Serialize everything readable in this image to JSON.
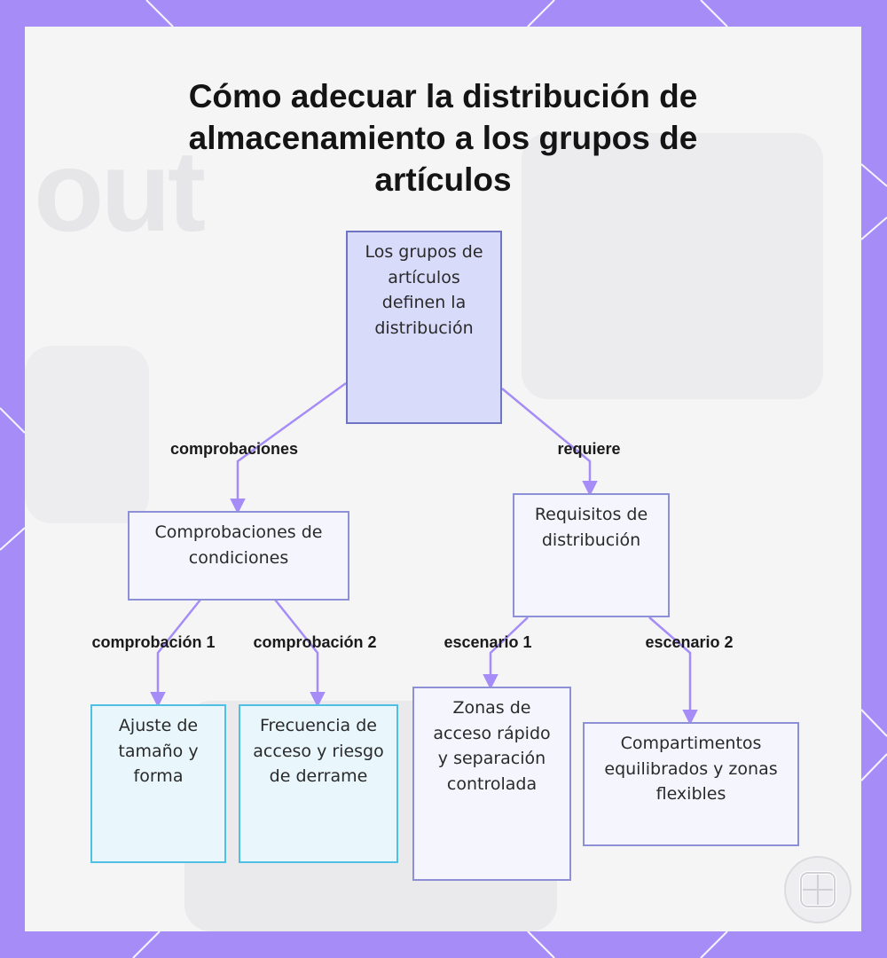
{
  "title": "Cómo adecuar la distribución de almacenamiento a los grupos de artículos",
  "background_text": "out",
  "colors": {
    "frame": "#a58cf7",
    "connector": "#a58cf7",
    "root_fill": "#d9dbfb",
    "leaf_cyan_border": "#4fbfe3"
  },
  "nodes": {
    "root": "Los grupos de artículos definen la distribución",
    "checks": "Comprobaciones de condiciones",
    "requirements": "Requisitos de distribución",
    "size_shape": "Ajuste de tamaño y forma",
    "frequency_risk": "Frecuencia de acceso y riesgo de derrame",
    "quick_zones": "Zonas de acceso rápido y separación controlada",
    "balanced": "Compartimentos equilibrados y zonas flexibles"
  },
  "edges": {
    "to_checks": "comprobaciones",
    "to_requirements": "requiere",
    "check_1": "comprobación 1",
    "check_2": "comprobación 2",
    "scenario_1": "escenario 1",
    "scenario_2": "escenario 2"
  },
  "badge_icon": "grid-logo-icon"
}
